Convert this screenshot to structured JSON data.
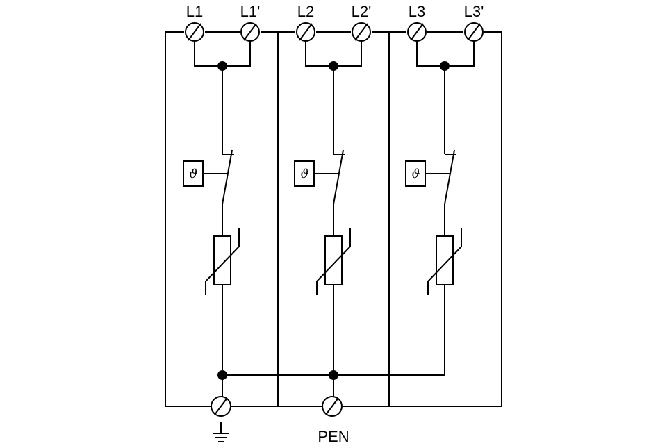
{
  "diagram": {
    "terminals": [
      {
        "label": "L1",
        "icon": "screw-terminal-icon"
      },
      {
        "label": "L1'",
        "icon": "screw-terminal-icon"
      },
      {
        "label": "L2",
        "icon": "screw-terminal-icon"
      },
      {
        "label": "L2'",
        "icon": "screw-terminal-icon"
      },
      {
        "label": "L3",
        "icon": "screw-terminal-icon"
      },
      {
        "label": "L3'",
        "icon": "screw-terminal-icon"
      }
    ],
    "thermal_symbol": "ϑ",
    "bottom_terminals": [
      {
        "label": "",
        "icon": "ground-icon"
      },
      {
        "label": "PEN",
        "icon": "screw-terminal-icon"
      }
    ],
    "components": [
      "thermal-disconnector-switch",
      "varistor"
    ],
    "colors": {
      "line": "#000000",
      "background": "#ffffff"
    }
  }
}
